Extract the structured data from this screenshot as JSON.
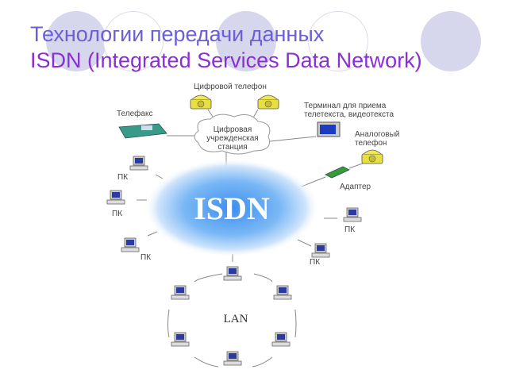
{
  "title": {
    "line1": "Технологии передачи данных",
    "line2": "ISDN (Integrated Services Data Network)"
  },
  "diagram": {
    "center": "ISDN",
    "station": [
      "Цифровая",
      "учрежденская",
      "станция"
    ],
    "digital_phone": "Цифровой телефон",
    "fax": "Телефакс",
    "terminal": [
      "Терминал для приема",
      "телетекста, видеотекста"
    ],
    "analog_phone": [
      "Аналоговый",
      "телефон"
    ],
    "adapter": "Адаптер",
    "pc": "ПК",
    "lan": "LAN"
  },
  "colors": {
    "title1": "#6b5fd8",
    "title2": "#8a2fd6",
    "isdn_glow": "#5aa8f0"
  }
}
